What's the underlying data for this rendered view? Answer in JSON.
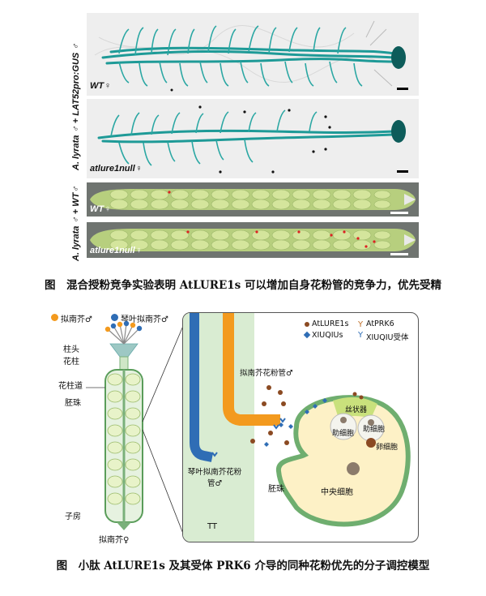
{
  "figure1": {
    "group_label_top": "A. lyrata ♂ + LAT52pro:GUS ♂",
    "group_label_bottom": "A. lyrata ♂ + WT♂",
    "panels": [
      "WT♀",
      "atlure1null♀",
      "WT♀",
      "atlure1null♀"
    ],
    "caption": "图　混合授粉竞争实验表明 AtLURE1s 可以增加自身花粉管的竞争力，优先受精"
  },
  "figure2": {
    "legend_left": [
      "拟南芥♂",
      "琴叶拟南芥♂"
    ],
    "pistil_labels": [
      "柱头",
      "花柱",
      "花柱道",
      "胚珠",
      "子房"
    ],
    "pistil_bottom": "拟南芥♀",
    "legend_right": [
      "AtLURE1s",
      "AtPRK6",
      "XIUQIUs",
      "XIUQIU受体"
    ],
    "tube_orange_label": "拟南芥花粉管♂",
    "tube_blue_label": "琴叶拟南芥花粉管♂",
    "tt_label": "TT",
    "ovule_labels": [
      "胚珠",
      "中央细胞",
      "助细胞",
      "助细胞",
      "卵细胞",
      "丝状器"
    ],
    "caption": "图　小肽 AtLURE1s 及其受体 PRK6 介导的同种花粉优先的分子调控模型"
  },
  "colors": {
    "orange": "#f39a1e",
    "blue": "#2f6db5",
    "gus": "#1a8f8f",
    "seed": "#c9dc8a",
    "pistil_green": "#d9ecd2",
    "brown": "#8b4a22"
  }
}
